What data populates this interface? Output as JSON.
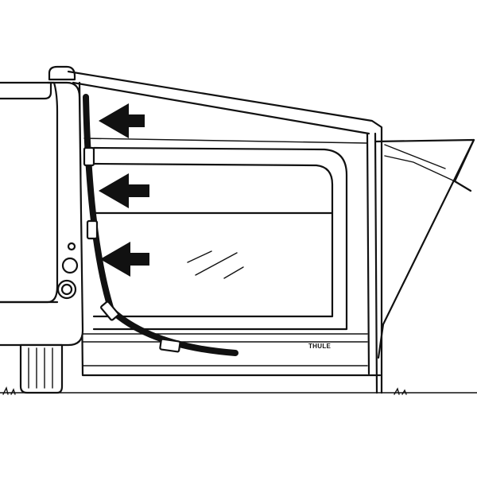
{
  "brand": {
    "logo_text": "THULE"
  },
  "illustration": {
    "arrow_count": 3,
    "arrow_direction": "left",
    "colors": {
      "line": "#111111",
      "background": "#ffffff"
    }
  }
}
